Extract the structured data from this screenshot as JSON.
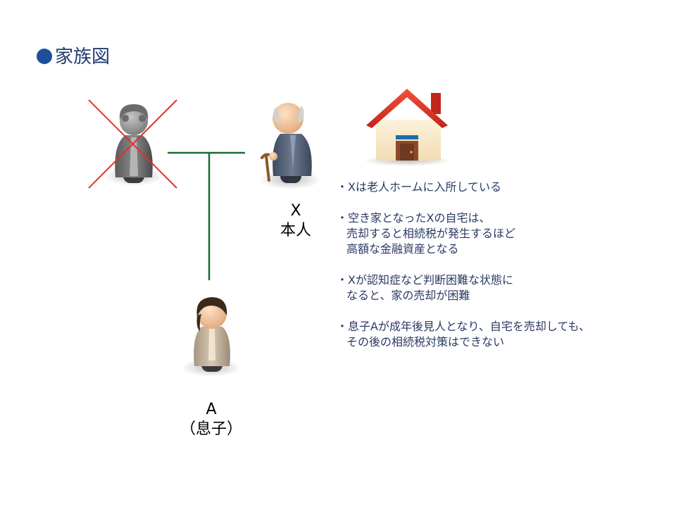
{
  "title": "家族図",
  "persons": {
    "x": {
      "name": "X",
      "role": "本人"
    },
    "a": {
      "name": "A",
      "role": "（息子）"
    }
  },
  "notes": [
    [
      "・Xは老人ホームに入所している"
    ],
    [
      "・空き家となったXの自宅は、",
      "売却すると相続税が発生するほど",
      "高額な金融資産となる"
    ],
    [
      "・Xが認知症など判断困難な状態に",
      "なると、家の売却が困難"
    ],
    [
      "・息子Aが成年後見人となり、自宅を売却しても、",
      "その後の相続税対策はできない"
    ]
  ],
  "colors": {
    "title": "#1f3a6e",
    "bullet": "#1f4e99",
    "line": "#1e6b2e",
    "cross": "#e03030",
    "note_text": "#2a3a63"
  }
}
